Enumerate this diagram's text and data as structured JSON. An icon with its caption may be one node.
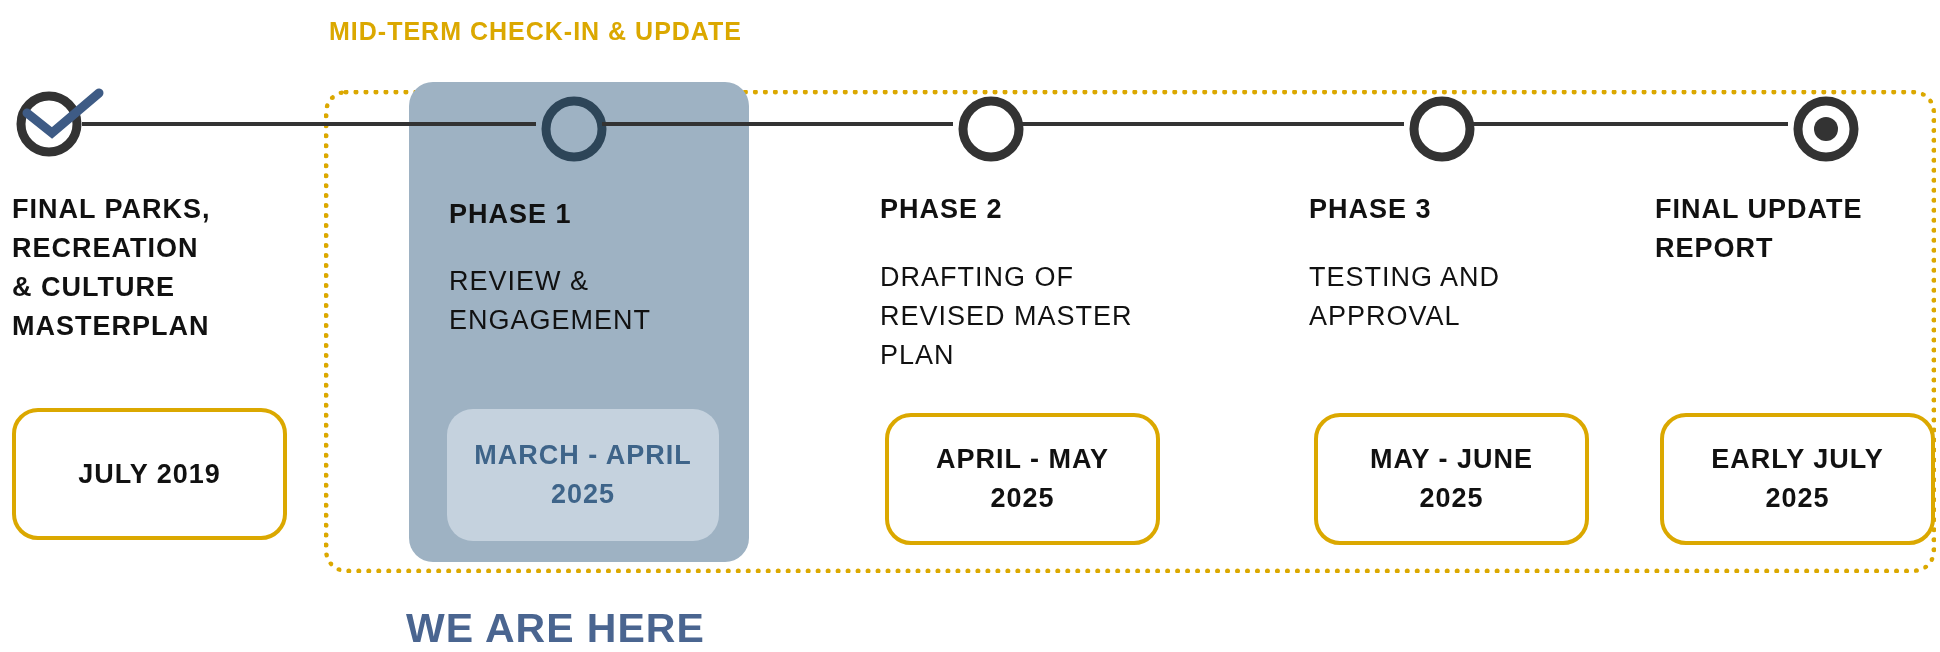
{
  "diagram": {
    "nodes": [
      {
        "text": [
          "MID-TERM CHECK-IN & UPDATE"
        ]
      },
      {
        "text": [],
        "shape": "circle",
        "beside": [
          "FINAL PARKS, RECREATION & CULTURE MASTERPLAN"
        ]
      },
      {
        "text": [
          "JULY 2019"
        ]
      },
      {
        "text": [
          "PHASE 1",
          "REVIEW & ENGAGEMENT"
        ],
        "in": 0
      },
      {
        "text": [],
        "shape": "circle",
        "in": 3
      },
      {
        "text": [
          "MARCH - APRIL 2025"
        ],
        "in": 3
      },
      {
        "text": [],
        "shape": "circle",
        "in": 0,
        "beside": [
          "PHASE 2",
          "DRAFTING OF REVISED MASTER PLAN"
        ]
      },
      {
        "text": [
          "APRIL - MAY 2025"
        ],
        "in": 0
      },
      {
        "text": [],
        "shape": "circle",
        "in": 0,
        "beside": [
          "PHASE 3",
          "TESTING AND APPROVAL"
        ]
      },
      {
        "text": [
          "MAY - JUNE 2025"
        ],
        "in": 0
      },
      {
        "text": [],
        "shape": "circle",
        "in": 0,
        "beside": [
          "FINAL UPDATE REPORT"
        ]
      },
      {
        "text": [
          "EARLY JULY 2025"
        ],
        "in": 0
      }
    ],
    "edges": [
      {
        "from": 1,
        "to": 4,
        "arrow": "none"
      },
      {
        "from": 4,
        "to": 6,
        "arrow": "none"
      },
      {
        "from": 6,
        "to": 8,
        "arrow": "none"
      },
      {
        "from": 8,
        "to": 10,
        "arrow": "none"
      }
    ],
    "labels": [
      "WE ARE HERE"
    ]
  }
}
